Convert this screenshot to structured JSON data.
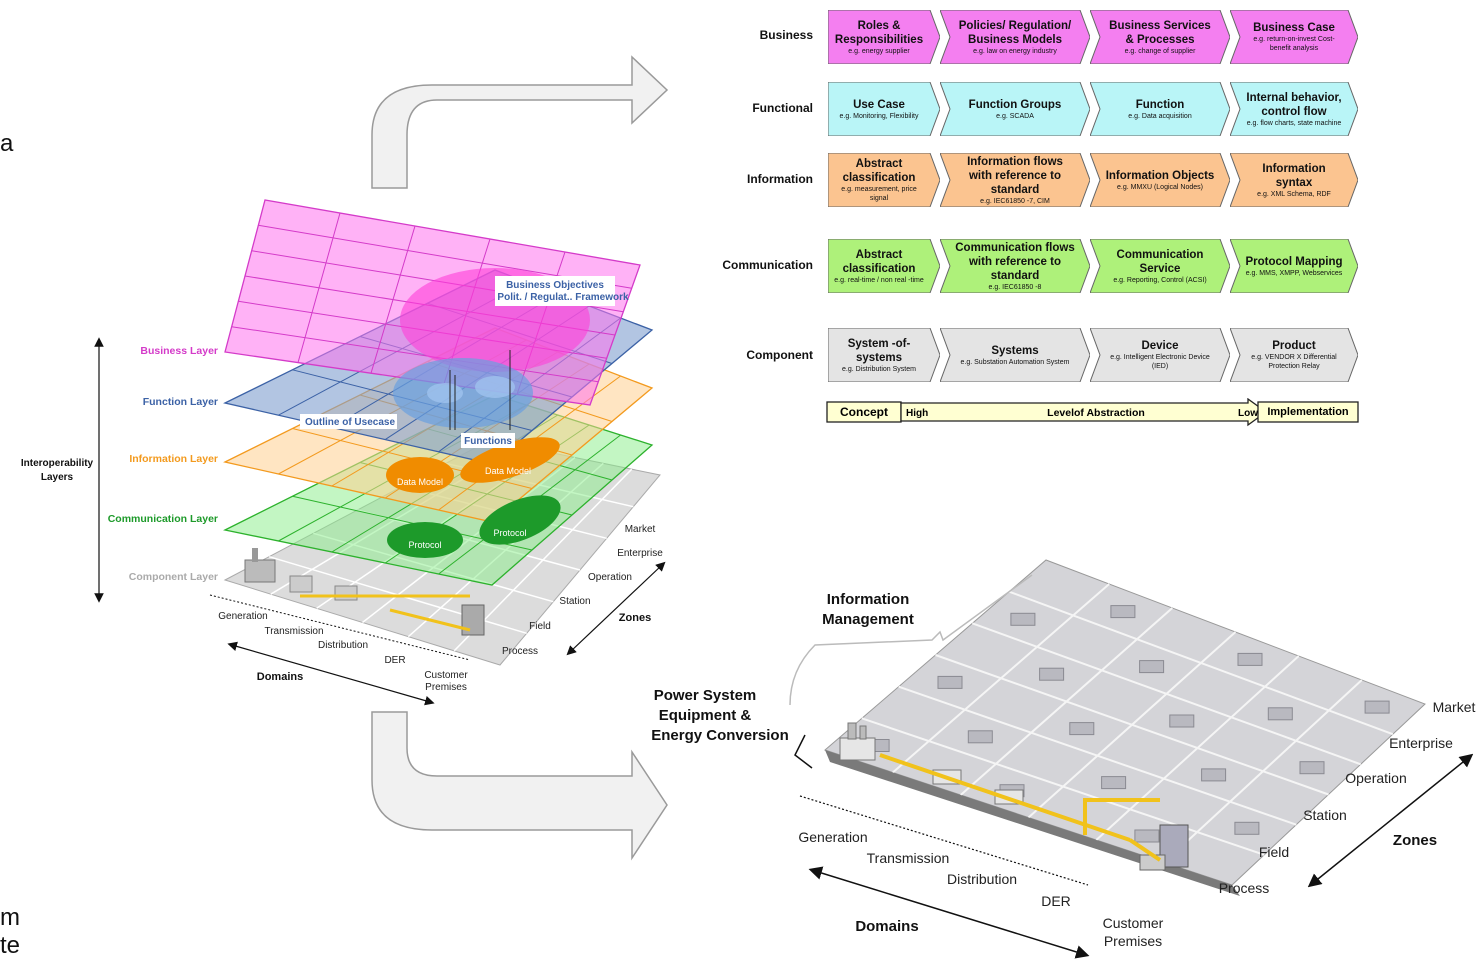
{
  "edge_text": {
    "left_a": "a",
    "left_m": "m",
    "left_te": "te"
  },
  "left_model": {
    "layers": [
      "Business Layer",
      "Function Layer",
      "Information Layer",
      "Communication Layer",
      "Component Layer"
    ],
    "axis_label": "Interoperability Layers",
    "ovals": {
      "business_objectives_1": "Business Objectives",
      "business_objectives_2": "Polit. / Regulat.. Framework",
      "outline_usecase": "Outline of Usecase",
      "functions": "Functions",
      "data_model_1": "Data Model",
      "data_model_2": "Data Model",
      "protocol_1": "Protocol",
      "protocol_2": "Protocol"
    },
    "zones": [
      "Market",
      "Enterprise",
      "Operation",
      "Station",
      "Field",
      "Process"
    ],
    "zones_label": "Zones",
    "domains": [
      "Generation",
      "Transmission",
      "Distribution",
      "DER",
      "Customer",
      "Premises"
    ],
    "domains_label": "Domains"
  },
  "chevron_table": {
    "rows": [
      {
        "label": "Business",
        "color": "#f47ff0",
        "items": [
          {
            "title": "Roles & Responsibilities",
            "sub": "e.g. energy supplier"
          },
          {
            "title": "Policies/ Regulation/ Business Models",
            "sub": "e.g. law on energy industry"
          },
          {
            "title": "Business Services & Processes",
            "sub": "e.g. change of supplier"
          },
          {
            "title": "Business Case",
            "sub": "e.g. return-on-invest Cost-benefit analysis"
          }
        ]
      },
      {
        "label": "Functional",
        "color": "#b9f5f7",
        "items": [
          {
            "title": "Use Case",
            "sub": "e.g. Monitoring, Flexibility"
          },
          {
            "title": "Function Groups",
            "sub": "e.g. SCADA"
          },
          {
            "title": "Function",
            "sub": "e.g. Data acquisition"
          },
          {
            "title": "Internal behavior, control flow",
            "sub": "e.g. flow charts, state machine"
          }
        ]
      },
      {
        "label": "Information",
        "color": "#fbc490",
        "items": [
          {
            "title": "Abstract classification",
            "sub": "e.g. measurement, price signal"
          },
          {
            "title": "Information flows with reference to standard",
            "sub": "e.g. IEC61850 -7, CIM"
          },
          {
            "title": "Information Objects",
            "sub": "e.g. MMXU (Logical Nodes)"
          },
          {
            "title": "Information syntax",
            "sub": "e.g. XML Schema, RDF"
          }
        ]
      },
      {
        "label": "Communication",
        "color": "#aef17a",
        "items": [
          {
            "title": "Abstract classification",
            "sub": "e.g. real-time / non real -time"
          },
          {
            "title": "Communication flows with reference to standard",
            "sub": "e.g. IEC61850 -8"
          },
          {
            "title": "Communication Service",
            "sub": "e.g. Reporting, Control (ACSI)"
          },
          {
            "title": "Protocol Mapping",
            "sub": "e.g. MMS, XMPP, Webservices"
          }
        ]
      },
      {
        "label": "Component",
        "color": "#e4e4e4",
        "items": [
          {
            "title": "System -of-systems",
            "sub": "e.g. Distribution System"
          },
          {
            "title": "Systems",
            "sub": "e.g. Substation Automation System"
          },
          {
            "title": "Device",
            "sub": "e.g. Intelligent Electronic Device (IED)"
          },
          {
            "title": "Product",
            "sub": "e.g. VENDOR X Differential Protection Relay"
          }
        ]
      }
    ],
    "abstraction": {
      "concept": "Concept",
      "high": "High",
      "level": "Levelof Abstraction",
      "low": "Low",
      "implementation": "Implementation"
    }
  },
  "right_plane": {
    "info_mgmt_1": "Information",
    "info_mgmt_2": "Management",
    "pse_1": "Power System",
    "pse_2": "Equipment &",
    "pse_3": "Energy Conversion",
    "zones": [
      "Market",
      "Enterprise",
      "Operation",
      "Station",
      "Field",
      "Process"
    ],
    "zones_label": "Zones",
    "domains": [
      "Generation",
      "Transmission",
      "Distribution",
      "DER",
      "Customer",
      "Premises"
    ],
    "domains_label": "Domains"
  },
  "colors": {
    "business": "#f47ff0",
    "functional": "#b9f5f7",
    "information": "#fbc490",
    "communication": "#aef17a",
    "component": "#e4e4e4",
    "abstraction": "#ffffd2"
  }
}
